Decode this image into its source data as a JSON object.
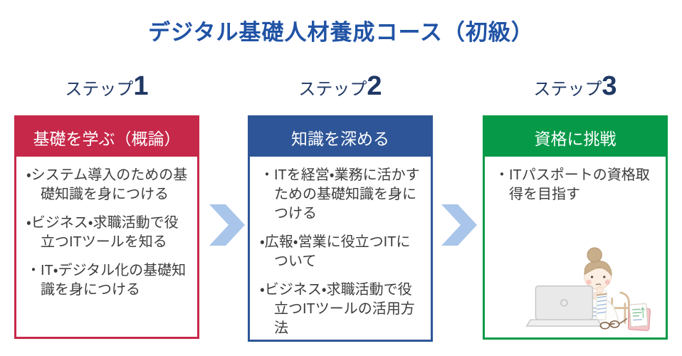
{
  "title": "デジタル基礎人材養成コース（初級）",
  "steps": [
    {
      "label": "ステップ",
      "number": "1",
      "header": "基礎を学ぶ（概論）",
      "items": [
        "・システム導入のための基礎知識を身につける",
        "・ビジネス・求職活動で役立つITツールを知る",
        "・IT・デジタル化の基礎知識を身につける"
      ]
    },
    {
      "label": "ステップ",
      "number": "2",
      "header": "知識を深める",
      "items": [
        "・ITを経営・業務に活かすための基礎知識を身につける",
        "・広報・営業に役立つITについて",
        "・ビジネス・求職活動で役立つITツールの活用方法"
      ]
    },
    {
      "label": "ステップ",
      "number": "3",
      "header": "資格に挑戦",
      "items": [
        "・ITパスポートの資格取得を目指す"
      ]
    }
  ],
  "icons": {
    "arrow_between_steps": "chevron-right-icon",
    "step3_decoration": "woman-thinking-at-laptop-illustration"
  },
  "colors": {
    "step1_accent": "#C62849",
    "step2_accent": "#2E5597",
    "step3_accent": "#069A48",
    "arrow": "#A9C5EA",
    "title_text": "#2053A5",
    "step_label_text": "#1F3864"
  }
}
